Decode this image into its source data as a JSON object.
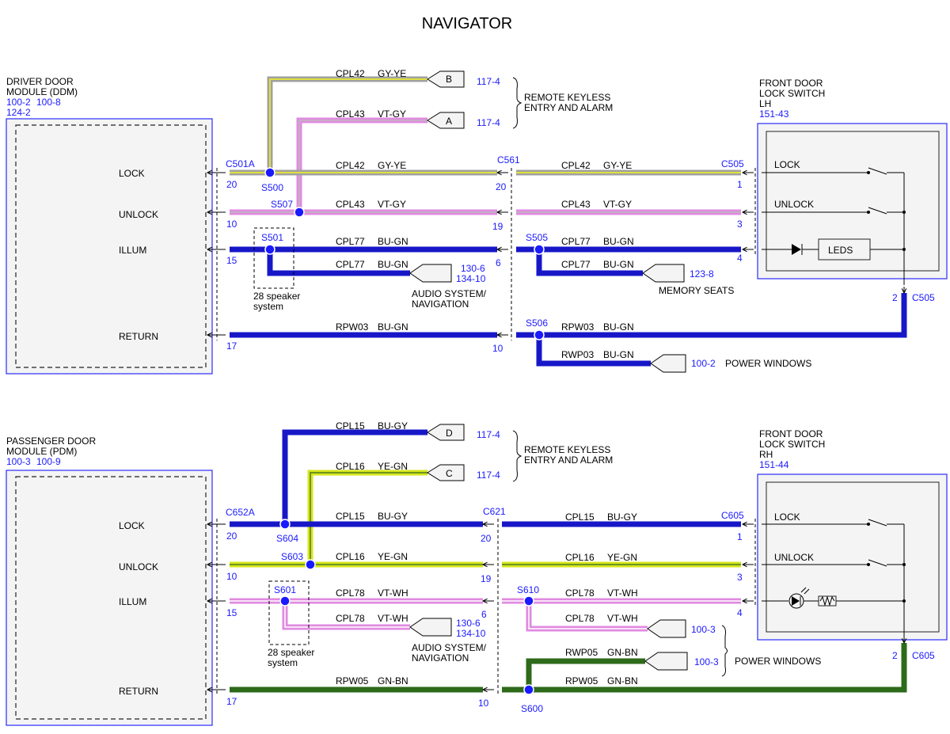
{
  "title": "NAVIGATOR",
  "top": {
    "module_name_1": "DRIVER DOOR",
    "module_name_2": "MODULE (DDM)",
    "module_ref_1": "100-2",
    "module_ref_2": "100-8",
    "module_ref_3": "124-2",
    "pins": {
      "lock": "LOCK",
      "unlock": "UNLOCK",
      "illum": "ILLUM",
      "return": "RETURN"
    },
    "pin_nums": {
      "lock": "20",
      "unlock": "10",
      "illum": "15",
      "return": "17"
    },
    "connector_left": "C501A",
    "connector_mid": "C561",
    "connector_right": "C505",
    "connector_bottom": "C505",
    "mid_pins": {
      "lock": "20",
      "unlock": "19",
      "illum": "6",
      "return": "10"
    },
    "right_pins": {
      "lock": "1",
      "unlock": "3",
      "illum": "4",
      "return": "2"
    },
    "splices": {
      "s500": "S500",
      "s507": "S507",
      "s501": "S501",
      "s505": "S505",
      "s506": "S506"
    },
    "wires": {
      "b_circuit": "CPL42",
      "b_color": "GY-YE",
      "a_circuit": "CPL43",
      "a_color": "VT-GY",
      "lock_circuit": "CPL42",
      "lock_color": "GY-YE",
      "lock_r_circuit": "CPL42",
      "lock_r_color": "GY-YE",
      "unlock_circuit": "CPL43",
      "unlock_color": "VT-GY",
      "unlock_r_circuit": "CPL43",
      "unlock_r_color": "VT-GY",
      "illum_circuit": "CPL77",
      "illum_color": "BU-GN",
      "illum_r_circuit": "CPL77",
      "illum_r_color": "BU-GN",
      "audio_circuit": "CPL77",
      "audio_color": "BU-GN",
      "mem_circuit": "CPL77",
      "mem_color": "BU-GN",
      "ret_circuit": "RPW03",
      "ret_color": "BU-GN",
      "ret_r_circuit": "RPW03",
      "ret_r_color": "BU-GN",
      "pw_circuit": "RWP03",
      "pw_color": "BU-GN"
    },
    "pointer_b": "B",
    "pointer_a": "A",
    "ref_b": "117-4",
    "ref_a": "117-4",
    "rke_1": "REMOTE KEYLESS",
    "rke_2": "ENTRY AND ALARM",
    "audio_ref_1": "130-6",
    "audio_ref_2": "134-10",
    "audio_1": "AUDIO SYSTEM/",
    "audio_2": "NAVIGATION",
    "mem_ref": "123-8",
    "mem_label": "MEMORY SEATS",
    "pw_ref": "100-2",
    "pw_label": "POWER WINDOWS",
    "speaker_1": "28 speaker",
    "speaker_2": "system",
    "switch_name_1": "FRONT DOOR",
    "switch_name_2": "LOCK SWITCH",
    "switch_name_3": "LH",
    "switch_ref": "151-43",
    "sw_lock": "LOCK",
    "sw_unlock": "UNLOCK",
    "sw_leds": "LEDS"
  },
  "bottom": {
    "module_name_1": "PASSENGER DOOR",
    "module_name_2": "MODULE (PDM)",
    "module_ref_1": "100-3",
    "module_ref_2": "100-9",
    "pins": {
      "lock": "LOCK",
      "unlock": "UNLOCK",
      "illum": "ILLUM",
      "return": "RETURN"
    },
    "pin_nums": {
      "lock": "20",
      "unlock": "10",
      "illum": "15",
      "return": "17"
    },
    "connector_left": "C652A",
    "connector_mid": "C621",
    "connector_right": "C605",
    "connector_bottom": "C605",
    "mid_pins": {
      "lock": "20",
      "unlock": "19",
      "illum": "6",
      "return": "10"
    },
    "right_pins": {
      "lock": "1",
      "unlock": "3",
      "illum": "4",
      "return": "2"
    },
    "splices": {
      "s604": "S604",
      "s603": "S603",
      "s601": "S601",
      "s610": "S610",
      "s600": "S600"
    },
    "wires": {
      "d_circuit": "CPL15",
      "d_color": "BU-GY",
      "c_circuit": "CPL16",
      "c_color": "YE-GN",
      "lock_circuit": "CPL15",
      "lock_color": "BU-GY",
      "lock_r_circuit": "CPL15",
      "lock_r_color": "BU-GY",
      "unlock_circuit": "CPL16",
      "unlock_color": "YE-GN",
      "unlock_r_circuit": "CPL16",
      "unlock_r_color": "YE-GN",
      "illum_circuit": "CPL78",
      "illum_color": "VT-WH",
      "illum_r_circuit": "CPL78",
      "illum_r_color": "VT-WH",
      "audio_circuit": "CPL78",
      "audio_color": "VT-WH",
      "s610_circuit": "CPL78",
      "s610_color": "VT-WH",
      "pw_circuit": "RWP05",
      "pw_color": "GN-BN",
      "ret_circuit": "RPW05",
      "ret_color": "GN-BN",
      "ret_r_circuit": "RPW05",
      "ret_r_color": "GN-BN"
    },
    "pointer_d": "D",
    "pointer_c": "C",
    "ref_d": "117-4",
    "ref_c": "117-4",
    "rke_1": "REMOTE KEYLESS",
    "rke_2": "ENTRY AND ALARM",
    "audio_ref_1": "130-6",
    "audio_ref_2": "134-10",
    "audio_1": "AUDIO SYSTEM/",
    "audio_2": "NAVIGATION",
    "ref_s610": "100-3",
    "pw_ref": "100-3",
    "pw_label": "POWER WINDOWS",
    "speaker_1": "28 speaker",
    "speaker_2": "system",
    "switch_name_1": "FRONT DOOR",
    "switch_name_2": "LOCK SWITCH",
    "switch_name_3": "RH",
    "switch_ref": "151-44",
    "sw_lock": "LOCK",
    "sw_unlock": "UNLOCK"
  },
  "colors": {
    "gy_ye_base": "#a0a0a0",
    "gy_ye_stripe": "#e0e040",
    "vt_gy_base": "#e08ae0",
    "vt_gy_stripe": "#bbbbbb",
    "bu_gn_base": "#1717c8",
    "bu_gn_stripe": "#3a7a3a",
    "bu_gy": "#1717c8",
    "ye_gn_base": "#d6e61a",
    "ye_gn_stripe": "#4a7a20",
    "vt_wh_base": "#e08ae0",
    "vt_wh_stripe": "#ffffff",
    "gn_bn": "#2d6a1a",
    "connector_text": "#1a1aff"
  }
}
